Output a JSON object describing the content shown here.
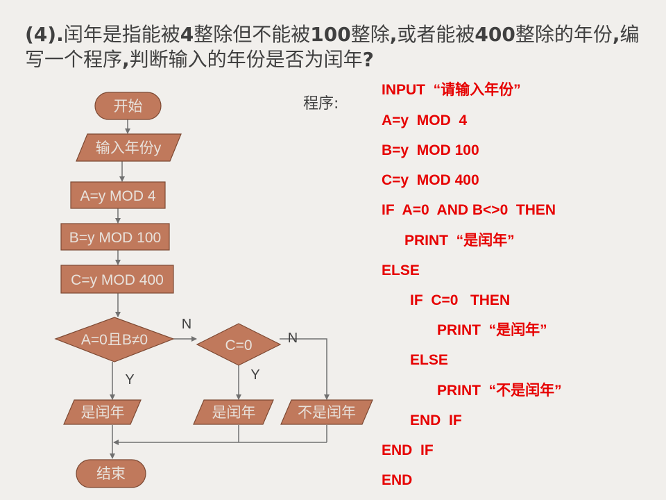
{
  "title": {
    "part1": "(4).",
    "part2": "闰年是指能被",
    "part3": "4",
    "part4": "整除但不能被",
    "part5": "100",
    "part6": "整除",
    "part7": ",",
    "part8": "或者能被",
    "part9": "400",
    "part10": "整除的年份",
    "part11": ",",
    "part12": "编写一个程序",
    "part13": ",",
    "part14": "判断输入的年份是否为闰年",
    "part15": "?"
  },
  "program_label": "程序:",
  "code_lines": [
    "INPUT  “请输入年份”",
    "A=y  MOD  4",
    "B=y  MOD 100",
    "C=y  MOD 400",
    "IF  A=0  AND B<>0  THEN",
    "PRINT  “是闰年”",
    "ELSE",
    "IF  C=0   THEN",
    "PRINT  “是闰年”",
    "ELSE",
    "PRINT  “不是闰年”",
    "END  IF",
    "END  IF",
    "END"
  ],
  "flowchart": {
    "start": "开始",
    "input": "输入年份y",
    "stepA": "A=y  MOD 4",
    "stepB": "B=y MOD 100",
    "stepC": "C=y MOD 400",
    "decision1": "A=0且B≠0",
    "decision2": "C=0",
    "out1": "是闰年",
    "out2": "是闰年",
    "out3": "不是闰年",
    "end": "结束",
    "label_n1": "N",
    "label_n2": "N",
    "label_y1": "Y",
    "label_y2": "Y"
  },
  "colors": {
    "shape_fill": "#c0795c",
    "shape_stroke": "#7d4a34",
    "shape_text": "#e8e2dc",
    "code_red": "#e60000",
    "line_gray": "#707070"
  }
}
